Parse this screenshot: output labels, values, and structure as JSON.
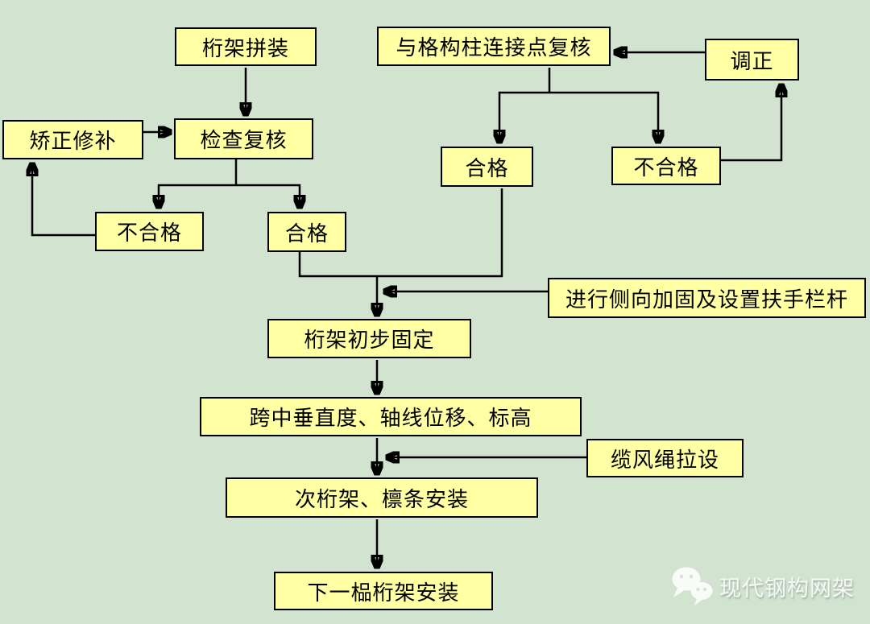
{
  "colors": {
    "background": "#d2e3d0",
    "node_fill": "#ffffa3",
    "node_border": "#000000",
    "connector": "#000000",
    "watermark_text": "#ffffff"
  },
  "diagram": {
    "type": "flowchart",
    "language": "zh-CN",
    "nodes": [
      {
        "id": "truss-assembly",
        "label": "桁架拼装"
      },
      {
        "id": "lattice-column-connection-recheck",
        "label": "与格构柱连接点复核"
      },
      {
        "id": "adjust",
        "label": "调正"
      },
      {
        "id": "correction-repair",
        "label": "矫正修补"
      },
      {
        "id": "inspection-recheck",
        "label": "检查复核"
      },
      {
        "id": "qualified-right",
        "label": "合格"
      },
      {
        "id": "unqualified-right",
        "label": "不合格"
      },
      {
        "id": "unqualified-left",
        "label": "不合格"
      },
      {
        "id": "qualified-left",
        "label": "合格"
      },
      {
        "id": "lateral-bracing-handrail",
        "label": "进行侧向加固及设置扶手栏杆"
      },
      {
        "id": "truss-initial-fixing",
        "label": "桁架初步固定"
      },
      {
        "id": "midspan-check",
        "label": "跨中垂直度、轴线位移、标高"
      },
      {
        "id": "guy-rope-setting",
        "label": "缆风绳拉设"
      },
      {
        "id": "secondary-truss-purlin-install",
        "label": "次桁架、檩条安装"
      },
      {
        "id": "next-truss-install",
        "label": "下一榀桁架安装"
      }
    ],
    "edges": [
      {
        "from": "truss-assembly",
        "to": "inspection-recheck"
      },
      {
        "from": "correction-repair",
        "to": "inspection-recheck"
      },
      {
        "from": "inspection-recheck",
        "to": "unqualified-left"
      },
      {
        "from": "inspection-recheck",
        "to": "qualified-left"
      },
      {
        "from": "unqualified-left",
        "to": "correction-repair"
      },
      {
        "from": "lattice-column-connection-recheck",
        "to": "qualified-right"
      },
      {
        "from": "lattice-column-connection-recheck",
        "to": "unqualified-right"
      },
      {
        "from": "unqualified-right",
        "to": "adjust"
      },
      {
        "from": "adjust",
        "to": "lattice-column-connection-recheck"
      },
      {
        "from": "qualified-left",
        "to": "truss-initial-fixing"
      },
      {
        "from": "qualified-right",
        "to": "truss-initial-fixing"
      },
      {
        "from": "lateral-bracing-handrail",
        "to": "truss-initial-fixing"
      },
      {
        "from": "truss-initial-fixing",
        "to": "midspan-check"
      },
      {
        "from": "midspan-check",
        "to": "secondary-truss-purlin-install"
      },
      {
        "from": "guy-rope-setting",
        "to": "secondary-truss-purlin-install"
      },
      {
        "from": "secondary-truss-purlin-install",
        "to": "next-truss-install"
      }
    ],
    "watermark": {
      "icon": "wechat-icon",
      "text": "现代钢构网架"
    }
  }
}
